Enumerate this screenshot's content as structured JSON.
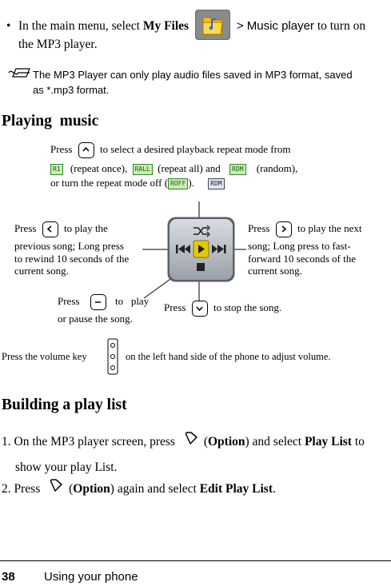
{
  "intro": {
    "prefix": "In the main menu, select ",
    "my_files": "My Files",
    "path_sep": "> Music player",
    "suffix_line1": " to turn on",
    "suffix_line2": "the MP3 player."
  },
  "note": {
    "line1": "The MP3 Player can only play audio files saved in MP3 format, saved",
    "line2": "as *.mp3 format."
  },
  "heading_playing": "Playing  music",
  "callout_top": {
    "line1a": "Press",
    "line1b": "to select a desired playback repeat mode from",
    "line2a": "(repeat once),",
    "line2b": "(repeat all) and",
    "line2c": "(random),",
    "line3a": "or turn the repeat mode off (",
    "line3b": ")."
  },
  "badges": {
    "once": "R1",
    "all": "RALL",
    "random": "RDM",
    "off": "ROFF",
    "extra": "RDM"
  },
  "callout_left": {
    "l1a": "Press",
    "l1b": "to play the",
    "l2": "previous song; Long press",
    "l3": "to rewind 10 seconds of the",
    "l4": "current song."
  },
  "callout_right": {
    "l1a": "Press",
    "l1b": "to play the next",
    "l2": "song; Long press to fast-",
    "l3": "forward 10 seconds of the",
    "l4": "current song."
  },
  "callout_play": {
    "l1a": "Press",
    "l1b": "to   play",
    "l2": "or pause the song."
  },
  "callout_stop": {
    "a": "Press",
    "b": "to stop the song."
  },
  "volume": {
    "a": "Press the volume key",
    "b": "on the left hand side of the phone to adjust volume."
  },
  "heading_playlist": "Building a play list",
  "steps": [
    {
      "num": "1.",
      "a": "On the MP3 player screen, press",
      "option": "Option",
      "b": ") and select ",
      "bold": "Play List",
      "c": " to",
      "line2": "show your play List."
    },
    {
      "num": "2.",
      "a": "Press",
      "option": "Option",
      "b": ") again and select ",
      "bold": "Edit Play List",
      "c": "."
    }
  ],
  "footer": {
    "page": "38",
    "title": "Using your phone"
  }
}
